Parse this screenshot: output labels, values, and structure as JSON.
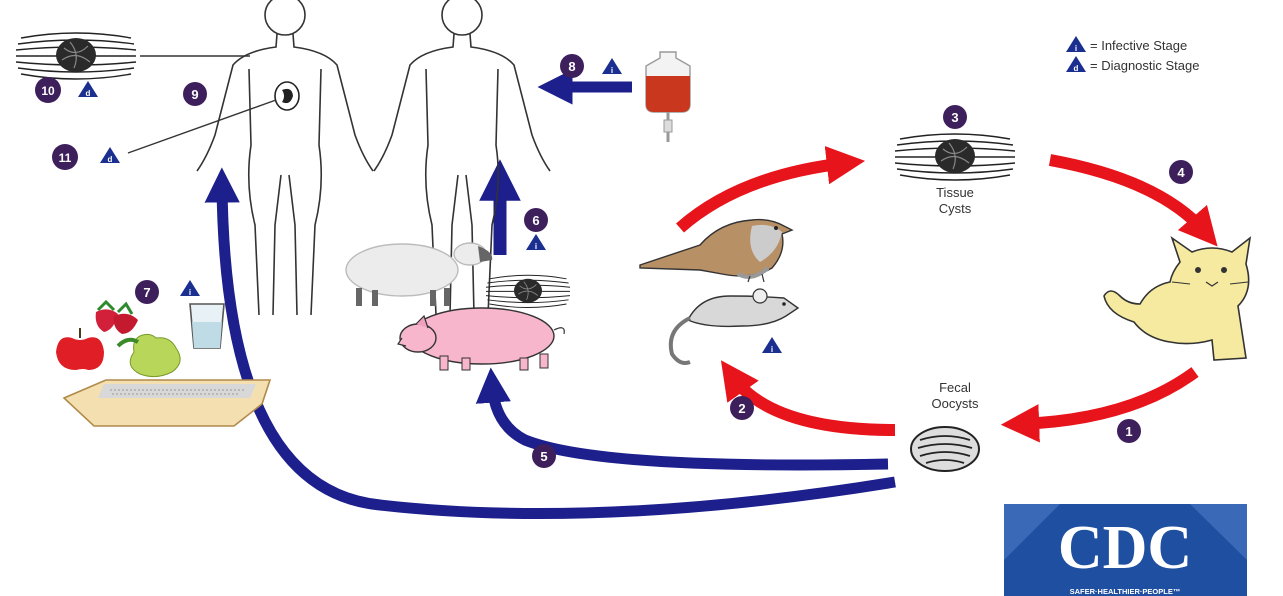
{
  "legend": {
    "infective_symbol": "i",
    "infective_text": "= Infective Stage",
    "diagnostic_symbol": "d",
    "diagnostic_text": "= Diagnostic Stage"
  },
  "labels": {
    "tissue_cysts_line1": "Tissue",
    "tissue_cysts_line2": "Cysts",
    "fecal_oocysts_line1": "Fecal",
    "fecal_oocysts_line2": "Oocysts"
  },
  "steps": [
    "1",
    "2",
    "3",
    "4",
    "5",
    "6",
    "7",
    "8",
    "9",
    "10",
    "11"
  ],
  "stage_marks": {
    "infective": "i",
    "diagnostic": "d"
  },
  "logo": {
    "name": "CDC",
    "tagline": "SAFER·HEALTHIER·PEOPLE™"
  },
  "colors": {
    "step_circle": "#3d1f5c",
    "triangle": "#1a2f8f",
    "red_arrow": "#e8141b",
    "blue_arrow": "#1c1f8c",
    "cdc_blue": "#1f4fa0"
  }
}
